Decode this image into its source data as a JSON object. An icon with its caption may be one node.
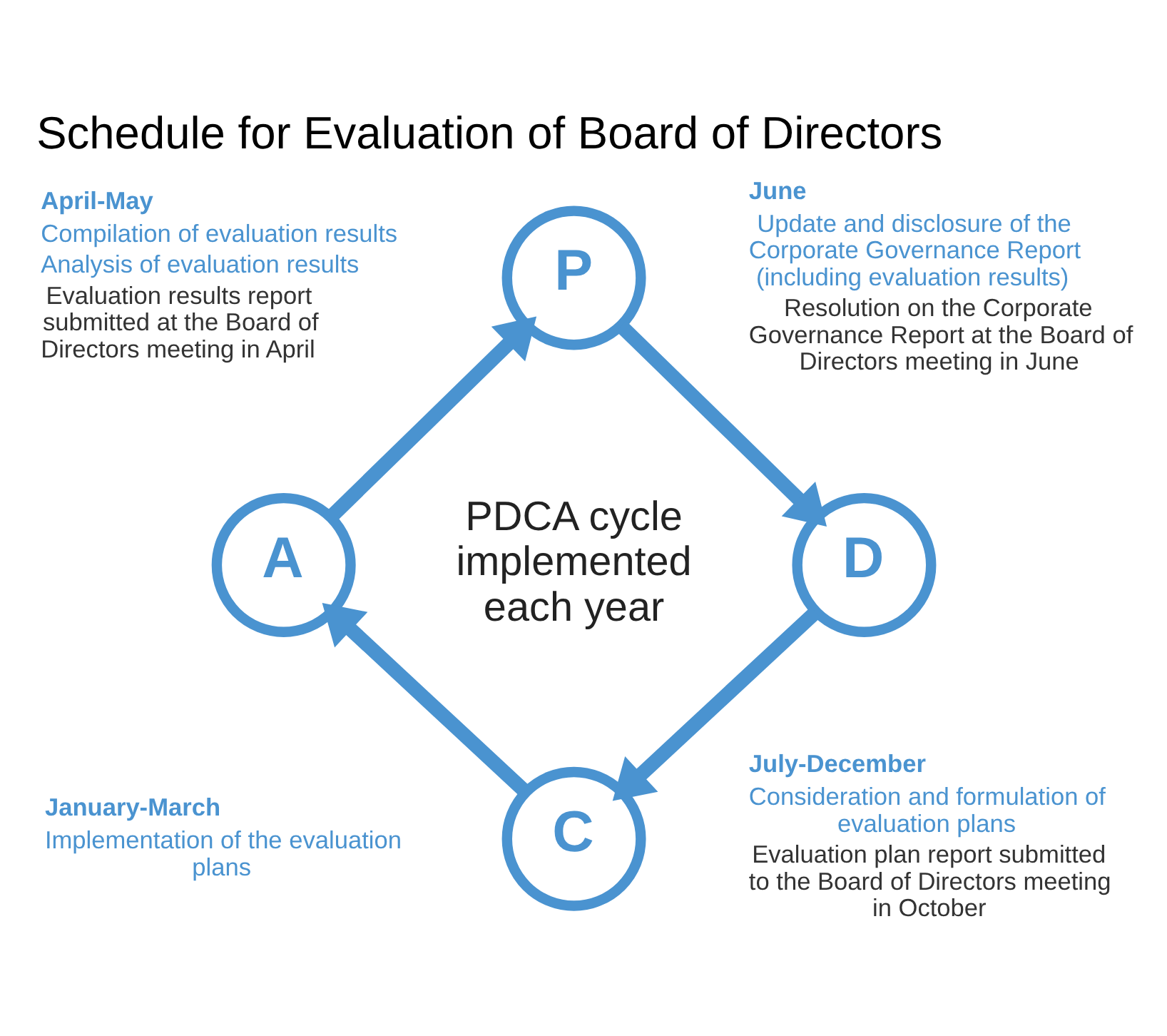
{
  "diagram": {
    "title": "Schedule for Evaluation of Board of Directors",
    "nodes": [
      {
        "text": [
          "P"
        ],
        "beside": [
          "June",
          "Update and disclosure of the Corporate Governance Report (including evaluation results)",
          "Resolution on the Corporate Governance Report at the Board of Directors meeting in June"
        ]
      },
      {
        "text": [
          "D"
        ],
        "beside": [
          "July-December",
          "Consideration and formulation of evaluation plans",
          "Evaluation plan report submitted to the Board of Directors meeting in October"
        ]
      },
      {
        "text": [
          "C"
        ],
        "beside": [
          "January-March",
          "Implementation of the evaluation plans"
        ]
      },
      {
        "text": [
          "A"
        ],
        "beside": [
          "April-May",
          "Compilation of evaluation results",
          "Analysis of evaluation results",
          "Evaluation results report submitted at the Board of Directors meeting in April"
        ]
      }
    ],
    "edges": [
      {
        "from": 0,
        "to": 1,
        "arrow": "to"
      },
      {
        "from": 1,
        "to": 2,
        "arrow": "to"
      },
      {
        "from": 2,
        "to": 3,
        "arrow": "to"
      },
      {
        "from": 3,
        "to": 0,
        "arrow": "to"
      }
    ],
    "labels": [
      "PDCA cycle implemented each year"
    ]
  }
}
